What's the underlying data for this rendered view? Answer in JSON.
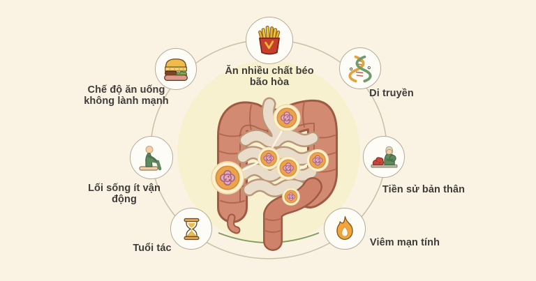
{
  "background_color": "#faf3e4",
  "inner_circle_color": "#f8f1cf",
  "outer_ring_color": "#c8bfa4",
  "text_color": "#3e3c38",
  "illustration": {
    "name": "colon-with-polyps",
    "polyp_highlight_count": 6,
    "colon_fill": "#d28a72",
    "colon_outline": "#9e5a43",
    "small_intestine_fill": "#eadcca",
    "small_intestine_outline": "#b99778",
    "polyp_circle_fill": "#eca44c",
    "polyp_flower_fill": "#e3a8bc",
    "green_arc_color": "#7f9c5a"
  },
  "factors": [
    {
      "id": "saturated-fat",
      "icon": "french-fries-icon",
      "label_lines": [
        "Ăn nhiều chất béo",
        "bão hòa"
      ]
    },
    {
      "id": "unhealthy-diet",
      "icon": "hamburger-icon",
      "label_lines": [
        "Chế độ ăn uống",
        "không lành mạnh"
      ]
    },
    {
      "id": "genetics",
      "icon": "dna-icon",
      "label_lines": [
        "Di truyền"
      ]
    },
    {
      "id": "sedentary-lifestyle",
      "icon": "sitting-person-icon",
      "label_lines": [
        "Lối sống ít vận",
        "động"
      ]
    },
    {
      "id": "personal-history",
      "icon": "patient-history-icon",
      "label_lines": [
        "Tiền sử bản thân"
      ]
    },
    {
      "id": "age",
      "icon": "hourglass-icon",
      "label_lines": [
        "Tuổi tác"
      ]
    },
    {
      "id": "chronic-inflammation",
      "icon": "flame-icon",
      "label_lines": [
        "Viêm mạn tính"
      ]
    }
  ]
}
